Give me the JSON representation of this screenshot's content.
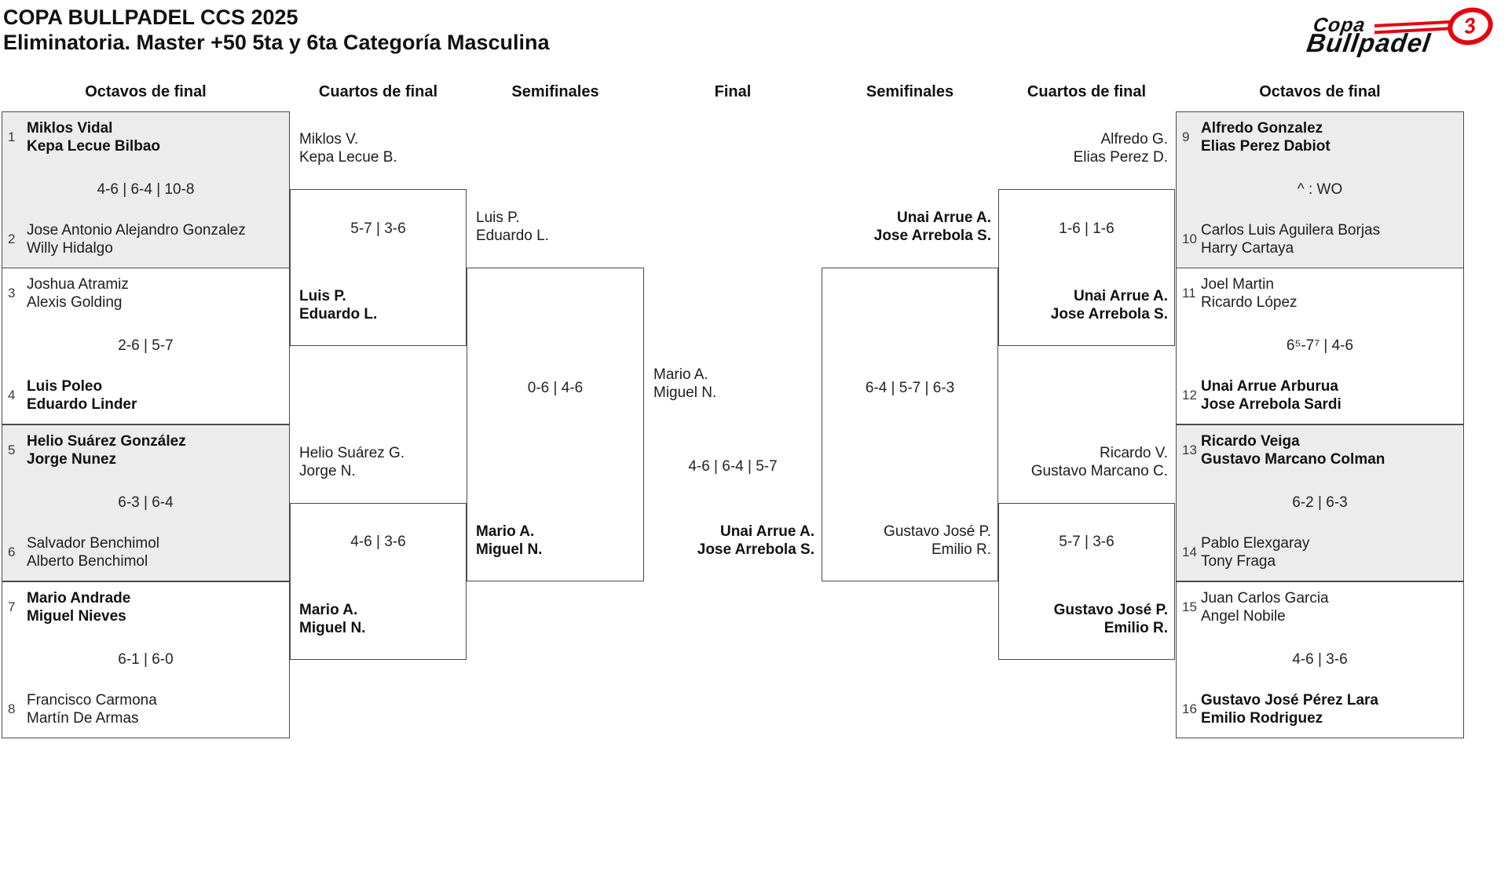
{
  "title": "COPA BULLPADEL CCS 2025",
  "subtitle": "Eliminatoria. Master +50 5ta y 6ta Categoría Masculina",
  "logo": {
    "top": "Copa",
    "bottom": "Bullpadel",
    "mark": "3",
    "accent": "#e30613"
  },
  "colors": {
    "shade": "#ececec",
    "border": "#4b4b4b",
    "text": "#1d1d1d"
  },
  "headers": {
    "r16_left": "Octavos de final",
    "qf_left": "Cuartos de final",
    "sf_left": "Semifinales",
    "final": "Final",
    "sf_right": "Semifinales",
    "qf_right": "Cuartos de final",
    "r16_right": "Octavos de final"
  },
  "matches": {
    "m1": {
      "seed1": "1",
      "t1a": "Miklos Vidal",
      "t1b": "Kepa Lecue Bilbao",
      "t1w": "win",
      "score": "4-6 | 6-4 | 10-8",
      "seed2": "2",
      "t2a": "Jose Antonio Alejandro Gonzalez",
      "t2b": "Willy Hidalgo",
      "t2w": ""
    },
    "m2": {
      "seed1": "3",
      "t1a": "Joshua Atramiz",
      "t1b": "Alexis Golding",
      "t1w": "",
      "score": "2-6 | 5-7",
      "seed2": "4",
      "t2a": "Luis Poleo",
      "t2b": "Eduardo Linder",
      "t2w": "win"
    },
    "m3": {
      "seed1": "5",
      "t1a": "Helio Suárez González",
      "t1b": "Jorge Nunez",
      "t1w": "win",
      "score": "6-3 | 6-4",
      "seed2": "6",
      "t2a": "Salvador Benchimol",
      "t2b": "Alberto Benchimol",
      "t2w": ""
    },
    "m4": {
      "seed1": "7",
      "t1a": "Mario Andrade",
      "t1b": "Miguel Nieves",
      "t1w": "win",
      "score": "6-1 | 6-0",
      "seed2": "8",
      "t2a": "Francisco Carmona",
      "t2b": "Martín De Armas",
      "t2w": ""
    },
    "m5": {
      "seed1": "9",
      "t1a": "Alfredo Gonzalez",
      "t1b": "Elias Perez Dabiot",
      "t1w": "win",
      "score": "^ : WO",
      "seed2": "10",
      "t2a": "Carlos Luis Aguilera Borjas",
      "t2b": "Harry Cartaya",
      "t2w": ""
    },
    "m6": {
      "seed1": "11",
      "t1a": "Joel Martin",
      "t1b": "Ricardo López",
      "t1w": "",
      "score": "6⁵-7⁷ | 4-6",
      "seed2": "12",
      "t2a": "Unai Arrue Arburua",
      "t2b": "Jose Arrebola Sardi",
      "t2w": "win"
    },
    "m7": {
      "seed1": "13",
      "t1a": "Ricardo Veiga",
      "t1b": "Gustavo Marcano Colman",
      "t1w": "win",
      "score": "6-2 | 6-3",
      "seed2": "14",
      "t2a": "Pablo Elexgaray",
      "t2b": "Tony Fraga",
      "t2w": ""
    },
    "m8": {
      "seed1": "15",
      "t1a": "Juan Carlos Garcia",
      "t1b": "Angel Nobile",
      "t1w": "",
      "score": "4-6 | 3-6",
      "seed2": "16",
      "t2a": "Gustavo José Pérez Lara",
      "t2b": "Emilio Rodriguez",
      "t2w": "win"
    },
    "qf1": {
      "t1a": "Miklos V.",
      "t1b": "Kepa Lecue B.",
      "t1w": "",
      "score": "5-7 | 3-6",
      "t2a": "Luis P.",
      "t2b": "Eduardo L.",
      "t2w": "win"
    },
    "qf2": {
      "t1a": "Helio Suárez G.",
      "t1b": "Jorge N.",
      "t1w": "",
      "score": "4-6 | 3-6",
      "t2a": "Mario A.",
      "t2b": "Miguel N.",
      "t2w": "win"
    },
    "qf3": {
      "t1a": "Alfredo G.",
      "t1b": "Elias Perez D.",
      "t1w": "",
      "score": "1-6 | 1-6",
      "t2a": "Unai Arrue A.",
      "t2b": "Jose Arrebola S.",
      "t2w": "win"
    },
    "qf4": {
      "t1a": "Ricardo V.",
      "t1b": "Gustavo Marcano C.",
      "t1w": "",
      "score": "5-7 | 3-6",
      "t2a": "Gustavo José P.",
      "t2b": "Emilio R.",
      "t2w": "win"
    },
    "sf1": {
      "t1a": "Luis P.",
      "t1b": "Eduardo L.",
      "t1w": "",
      "score": "0-6 | 4-6",
      "t2a": "Mario A.",
      "t2b": "Miguel N.",
      "t2w": "win"
    },
    "sf2": {
      "t1a": "Unai Arrue A.",
      "t1b": "Jose Arrebola S.",
      "t1w": "win",
      "score": "6-4 | 5-7 | 6-3",
      "t2a": "Gustavo José P.",
      "t2b": "Emilio R.",
      "t2w": ""
    },
    "final": {
      "t1a": "Mario A.",
      "t1b": "Miguel N.",
      "t1w": "",
      "score": "4-6 | 6-4 | 5-7",
      "t2a": "Unai Arrue A.",
      "t2b": "Jose Arrebola S.",
      "t2w": "win"
    }
  }
}
